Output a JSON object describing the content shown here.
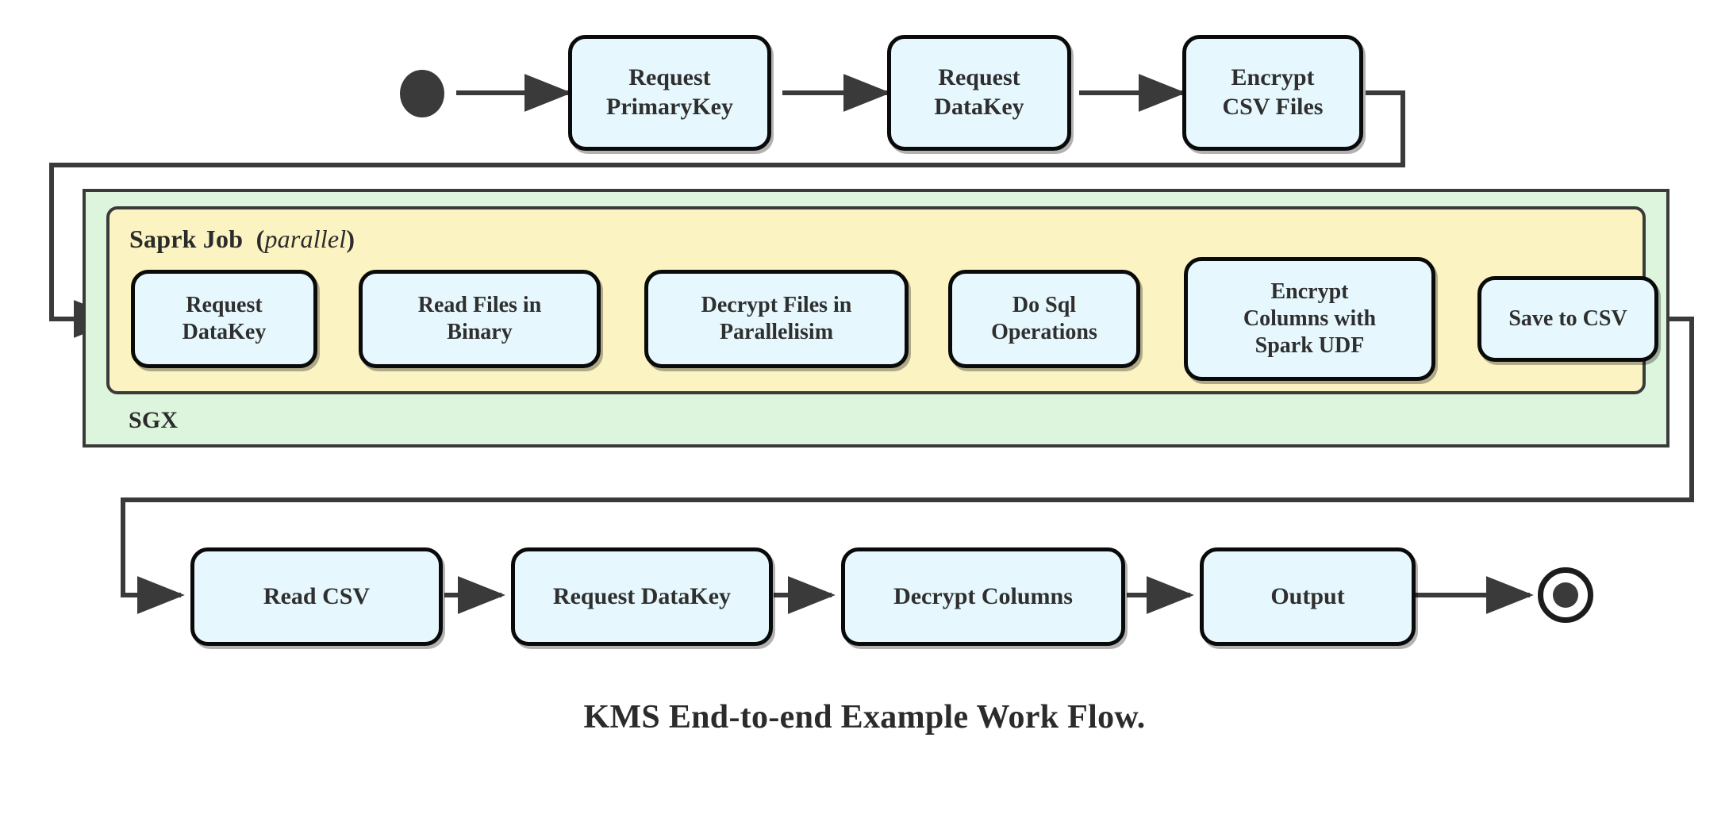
{
  "diagram": {
    "caption": "KMS End-to-end Example Work Flow.",
    "colors": {
      "node_fill": "#e6f8fd",
      "node_stroke": "#0a0a0a",
      "sgx_fill": "#ddf5dd",
      "spark_fill": "#fbf3c2",
      "container_stroke": "#3a3a3a",
      "edge_stroke": "#3a3a3a",
      "text": "#2f2f2f",
      "background": "#ffffff"
    },
    "start_marker": "filled-circle",
    "end_marker": "bullseye-circle",
    "containers": {
      "sgx": {
        "label": "SGX"
      },
      "spark": {
        "label": "Saprk Job",
        "modifier_open": "(",
        "modifier": "parallel",
        "modifier_close": ")"
      }
    },
    "rows": {
      "top": {
        "name": "setup-row",
        "nodes": [
          {
            "id": "request-primarykey",
            "label": "Request\nPrimaryKey"
          },
          {
            "id": "request-datakey-top",
            "label": "Request\nDataKey"
          },
          {
            "id": "encrypt-csv-files",
            "label": "Encrypt\nCSV Files"
          }
        ]
      },
      "middle": {
        "name": "spark-job-row",
        "nodes": [
          {
            "id": "request-datakey-spark",
            "label": "Request\nDataKey"
          },
          {
            "id": "read-files-in-binary",
            "label": "Read Files in\nBinary"
          },
          {
            "id": "decrypt-files-in-parallelisim",
            "label": "Decrypt Files in\nParallelisim"
          },
          {
            "id": "do-sql-operations",
            "label": "Do Sql\nOperations"
          },
          {
            "id": "encrypt-columns-with-spark-udf",
            "label": "Encrypt\nColumns with\nSpark UDF"
          },
          {
            "id": "save-to-csv",
            "label": "Save to CSV"
          }
        ]
      },
      "bottom": {
        "name": "consume-row",
        "nodes": [
          {
            "id": "read-csv",
            "label": "Read CSV"
          },
          {
            "id": "request-datakey-bottom",
            "label": "Request DataKey"
          },
          {
            "id": "decrypt-columns",
            "label": "Decrypt Columns"
          },
          {
            "id": "output",
            "label": "Output"
          }
        ]
      }
    }
  }
}
